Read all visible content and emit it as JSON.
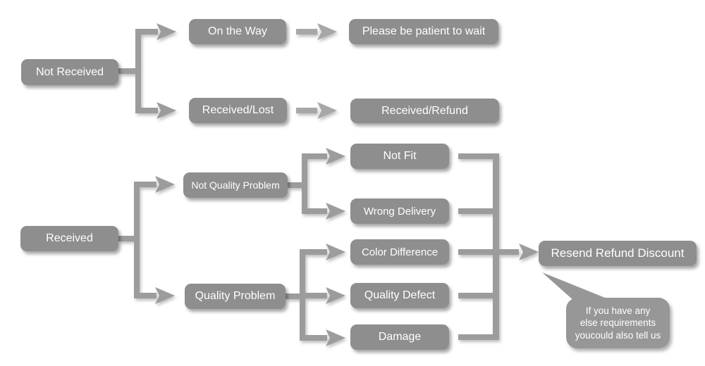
{
  "flowchart": {
    "nodes": {
      "not_received": {
        "label": "Not Received"
      },
      "on_the_way": {
        "label": "On the Way"
      },
      "please_wait": {
        "label": "Please be patient to wait"
      },
      "received_lost": {
        "label": "Received/Lost"
      },
      "received_refund": {
        "label": "Received/Refund"
      },
      "received": {
        "label": "Received"
      },
      "not_quality_problem": {
        "label": "Not Quality Problem"
      },
      "quality_problem": {
        "label": "Quality Problem"
      },
      "not_fit": {
        "label": "Not Fit"
      },
      "wrong_delivery": {
        "label": "Wrong Delivery"
      },
      "color_difference": {
        "label": "Color Difference"
      },
      "quality_defect": {
        "label": "Quality Defect"
      },
      "damage": {
        "label": "Damage"
      },
      "resend_refund_discount": {
        "label": "Resend Refund Discount"
      }
    },
    "callout": {
      "attached_to": "Resend Refund Discount",
      "line1": "If you have any",
      "line2": "else requirements",
      "line3": "youcould also tell us"
    },
    "edges": [
      {
        "from": "Not Received",
        "to": "On the Way"
      },
      {
        "from": "Not Received",
        "to": "Received/Lost"
      },
      {
        "from": "On the Way",
        "to": "Please be patient to wait"
      },
      {
        "from": "Received/Lost",
        "to": "Received/Refund"
      },
      {
        "from": "Received",
        "to": "Not Quality Problem"
      },
      {
        "from": "Received",
        "to": "Quality Problem"
      },
      {
        "from": "Not Quality Problem",
        "to": "Not Fit"
      },
      {
        "from": "Not Quality Problem",
        "to": "Wrong Delivery"
      },
      {
        "from": "Quality Problem",
        "to": "Color Difference"
      },
      {
        "from": "Quality Problem",
        "to": "Quality Defect"
      },
      {
        "from": "Quality Problem",
        "to": "Damage"
      },
      {
        "from": "Not Fit",
        "to": "Resend Refund Discount"
      },
      {
        "from": "Wrong Delivery",
        "to": "Resend Refund Discount"
      },
      {
        "from": "Color Difference",
        "to": "Resend Refund Discount"
      },
      {
        "from": "Quality Defect",
        "to": "Resend Refund Discount"
      },
      {
        "from": "Damage",
        "to": "Resend Refund Discount"
      }
    ],
    "colors": {
      "node_fill": "#8e8e8e",
      "connector": "#9c9c9c",
      "standalone_arrow": "#a7a7a7",
      "callout_fill": "#979797",
      "text": "#ffffff",
      "background": "#ffffff"
    }
  }
}
